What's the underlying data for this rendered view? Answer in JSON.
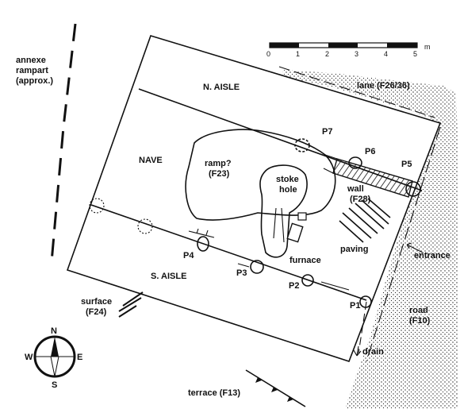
{
  "scale": {
    "ticks": [
      "0",
      "1",
      "2",
      "3",
      "4",
      "5"
    ],
    "unit": "m"
  },
  "areas": {
    "n_aisle": "N. AISLE",
    "nave": "NAVE",
    "s_aisle": "S. AISLE"
  },
  "features": {
    "annexe_line1": "annexe",
    "annexe_line2": "rampart",
    "annexe_line3": "(approx.)",
    "lane": "lane (F26/36)",
    "ramp_line1": "ramp?",
    "ramp_line2": "(F23)",
    "stoke_line1": "stoke",
    "stoke_line2": "hole",
    "wall_line1": "wall",
    "wall_line2": "(F28)",
    "paving": "paving",
    "furnace": "furnace",
    "entrance": "entrance",
    "surface_line1": "surface",
    "surface_line2": "(F24)",
    "road_line1": "road",
    "road_line2": "(F10)",
    "drain": "drain",
    "terrace": "terrace (F13)"
  },
  "posts": [
    "P1",
    "P2",
    "P3",
    "P4",
    "P5",
    "P6",
    "P7"
  ],
  "compass": {
    "n": "N",
    "s": "S",
    "e": "E",
    "w": "W"
  },
  "colors": {
    "ink": "#111111",
    "background": "#ffffff"
  }
}
